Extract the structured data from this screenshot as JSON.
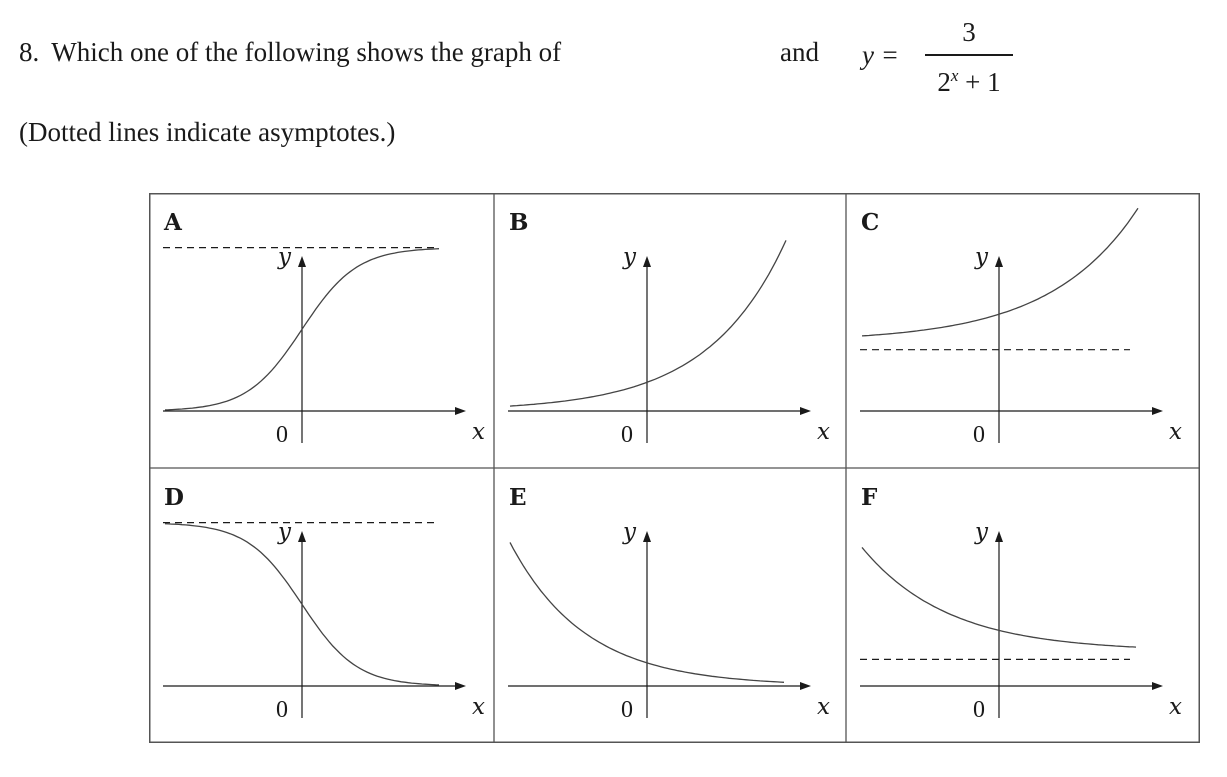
{
  "question": {
    "number": "8.",
    "text": "Which one of the following shows the graph of",
    "conjunction": "and",
    "formula": {
      "lhs": "y =",
      "numerator": "3",
      "denominator_base": "2",
      "denominator_exponent": "x",
      "denominator_rest": "+ 1"
    },
    "note": "(Dotted lines indicate asymptotes.)"
  },
  "axis_labels": {
    "x": "x",
    "y": "y",
    "origin": "0"
  },
  "panels": [
    {
      "label": "A",
      "curve": "sigmoid-increasing",
      "asymptote": "upper"
    },
    {
      "label": "B",
      "curve": "exponential-increasing",
      "asymptote": "none"
    },
    {
      "label": "C",
      "curve": "exponential-increasing-shifted",
      "asymptote": "lower"
    },
    {
      "label": "D",
      "curve": "sigmoid-decreasing",
      "asymptote": "upper"
    },
    {
      "label": "E",
      "curve": "exponential-decreasing",
      "asymptote": "none"
    },
    {
      "label": "F",
      "curve": "exponential-decreasing-shifted",
      "asymptote": "lower"
    }
  ],
  "colors": {
    "ink": "#1a1a1a",
    "curve": "#444444",
    "border": "#555555"
  }
}
